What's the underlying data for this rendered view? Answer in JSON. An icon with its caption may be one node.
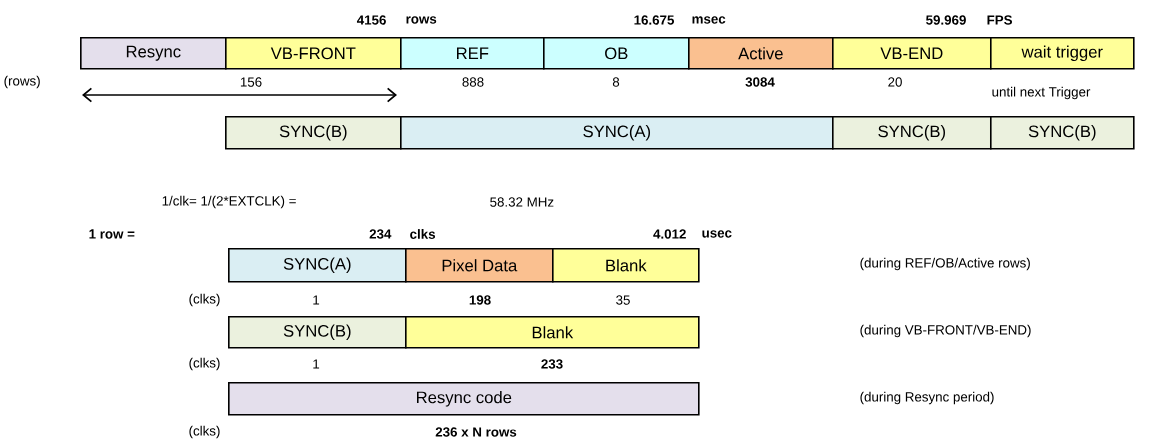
{
  "diagram": {
    "nodes": [
      {
        "text": [
          "Resync"
        ]
      },
      {
        "text": [
          "VB-FRONT"
        ]
      },
      {
        "text": [
          "REF"
        ]
      },
      {
        "text": [
          "OB"
        ]
      },
      {
        "text": [
          "Active"
        ]
      },
      {
        "text": [
          "VB-END"
        ]
      },
      {
        "text": [
          "wait trigger"
        ]
      },
      {
        "text": [
          "SYNC(B)"
        ]
      },
      {
        "text": [
          "SYNC(A)"
        ]
      },
      {
        "text": [
          "SYNC(B)"
        ]
      },
      {
        "text": [
          "SYNC(B)"
        ]
      },
      {
        "text": [
          "SYNC(A)"
        ]
      },
      {
        "text": [
          "Pixel Data"
        ]
      },
      {
        "text": [
          "Blank"
        ]
      },
      {
        "text": [
          "SYNC(B)"
        ]
      },
      {
        "text": [
          "Blank"
        ]
      },
      {
        "text": [
          "Resync code"
        ]
      }
    ],
    "edges": [],
    "labels": [
      "4156",
      "rows",
      "16.675",
      "msec",
      "59.969",
      "FPS",
      "(rows)",
      "156",
      "888",
      "8",
      "3084",
      "20",
      "until next Trigger",
      "1/clk= 1/(2*EXTCLK) =",
      "58.32 MHz",
      "1 row =",
      "234",
      "clks",
      "4.012",
      "usec",
      "(during REF/OB/Active rows)",
      "(clks)",
      "1",
      "198",
      "35",
      "(during VB-FRONT/VB-END)",
      "(clks)",
      "1",
      "233",
      "(during Resync period)",
      "(clks)",
      "236 x N rows"
    ]
  }
}
